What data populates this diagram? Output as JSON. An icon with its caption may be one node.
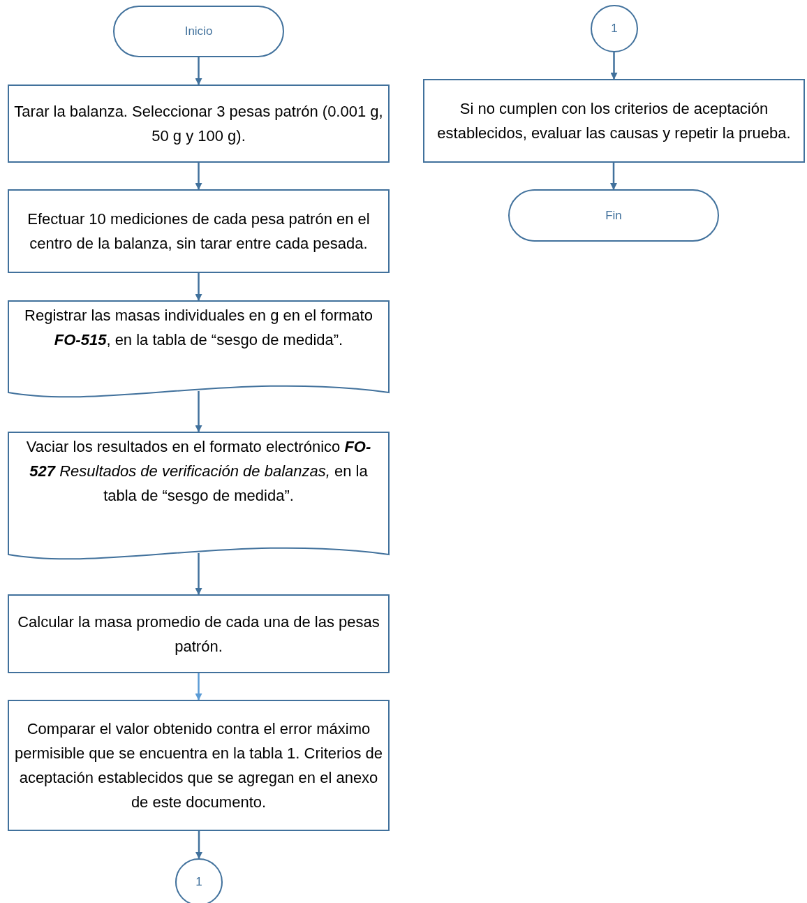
{
  "diagram": {
    "nodes": [
      {
        "text": [
          "Inicio"
        ]
      },
      {
        "text": [
          "Tarar la balanza. Seleccionar 3 pesas patrón (0.001 g, 50 g y 100 g)."
        ]
      },
      {
        "text": [
          "Efectuar 10 mediciones de cada pesa patrón en el centro de la balanza, sin tarar entre cada pesada."
        ]
      },
      {
        "text": [
          "Registrar las masas individuales en g en el formato **FO-515**, en la tabla de “sesgo de medida”."
        ]
      },
      {
        "text": [
          "Vaciar los resultados en el formato electrónico **FO-527** *Resultados de verificación de balanzas,* en la tabla de “sesgo de medida”."
        ]
      },
      {
        "text": [
          "Calcular la masa promedio de cada una de las pesas patrón."
        ]
      },
      {
        "text": [
          "Comparar el valor obtenido contra el error máximo permisible que se encuentra en la tabla 1. Criterios de aceptación establecidos que se agregan en el anexo de este documento."
        ]
      },
      {
        "text": [
          "1"
        ]
      },
      {
        "text": [
          "1"
        ]
      },
      {
        "text": [
          "Si no cumplen con los criterios de aceptación establecidos, evaluar las causas y repetir la prueba."
        ]
      },
      {
        "text": [
          "Fin"
        ]
      }
    ],
    "edges": [
      {
        "from": 0,
        "to": 1,
        "arrow": "to"
      },
      {
        "from": 1,
        "to": 2,
        "arrow": "to"
      },
      {
        "from": 2,
        "to": 3,
        "arrow": "to"
      },
      {
        "from": 3,
        "to": 4,
        "arrow": "to"
      },
      {
        "from": 4,
        "to": 5,
        "arrow": "to"
      },
      {
        "from": 5,
        "to": 6,
        "arrow": "to",
        "color": "#5b9bd5"
      },
      {
        "from": 6,
        "to": 7,
        "arrow": "to"
      },
      {
        "from": 8,
        "to": 9,
        "arrow": "to"
      },
      {
        "from": 9,
        "to": 10,
        "arrow": "to"
      }
    ]
  }
}
